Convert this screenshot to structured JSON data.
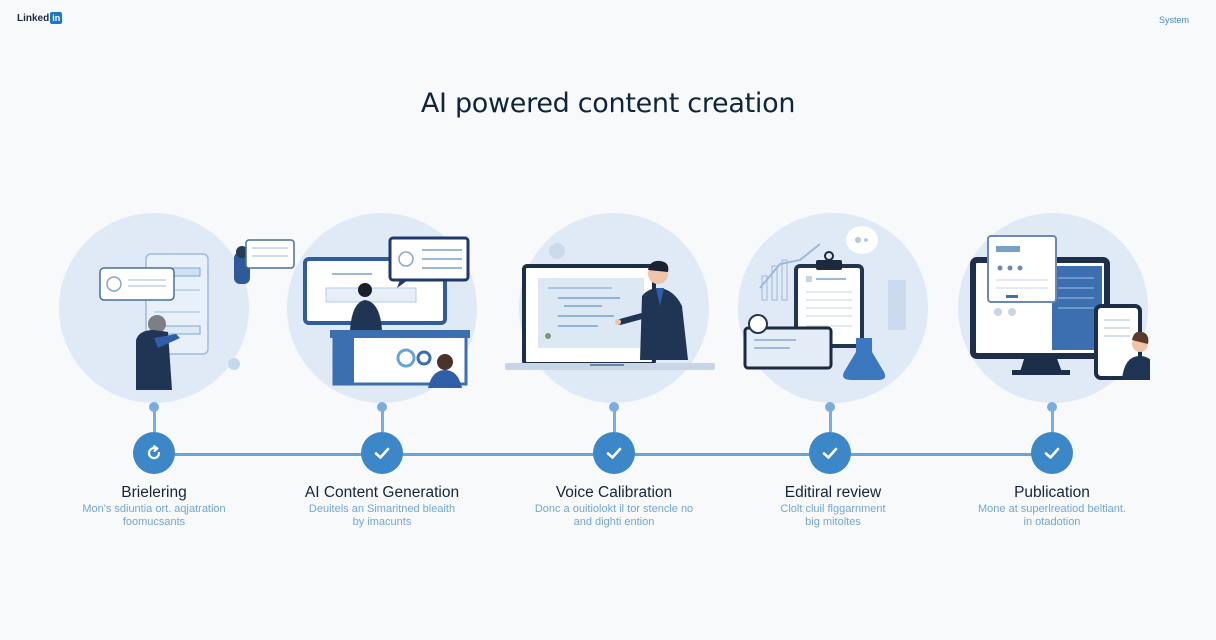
{
  "header": {
    "logo_text": "Linked",
    "logo_badge": "in",
    "right_link": "System"
  },
  "title": "AI powered content creation",
  "colors": {
    "background": "#f7f9fb",
    "accent": "#3b87c8",
    "timeline_line": "#6aa3d6",
    "circle_bg": "#dfeaf6",
    "title_text": "#10243a",
    "description_text": "#74a6d2",
    "navy": "#1f3a5f"
  },
  "steps": [
    {
      "title": "Brielering",
      "description_line1": "Mon's sdiuntia ort. aqjatration",
      "description_line2": "foomucsants",
      "status_icon": "refresh-icon",
      "illustration": "briefing-illustration"
    },
    {
      "title": "AI Content Generation",
      "description_line1": "Deuitels an Simaritned bleaith",
      "description_line2": "by imacunts",
      "status_icon": "check-icon",
      "illustration": "content-generation-illustration"
    },
    {
      "title": "Voice Calibration",
      "description_line1": "Donc a ouitiolokt il tor stencle no",
      "description_line2": "and dighti ention",
      "status_icon": "check-icon",
      "illustration": "voice-calibration-illustration"
    },
    {
      "title": "Editiral review",
      "description_line1": "Clolt cluil flggarnment",
      "description_line2": "big mitoltes",
      "status_icon": "check-icon",
      "illustration": "editorial-review-illustration"
    },
    {
      "title": "Publication",
      "description_line1": "Mone at superlreatiod beltiant.",
      "description_line2": "in otadotion",
      "status_icon": "check-icon",
      "illustration": "publication-illustration"
    }
  ]
}
